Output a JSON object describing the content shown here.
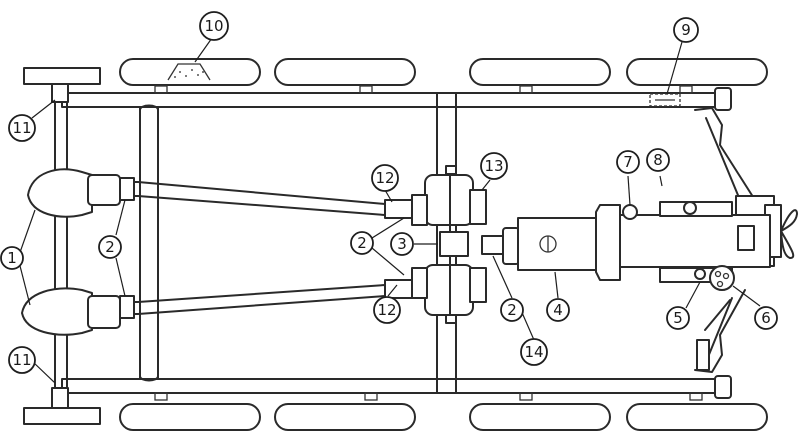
{
  "callouts": [
    {
      "id": "c1",
      "text": "1"
    },
    {
      "id": "c2a",
      "text": "2"
    },
    {
      "id": "c2b",
      "text": "2"
    },
    {
      "id": "c2c",
      "text": "2"
    },
    {
      "id": "c3",
      "text": "3"
    },
    {
      "id": "c4",
      "text": "4"
    },
    {
      "id": "c5",
      "text": "5"
    },
    {
      "id": "c6",
      "text": "6"
    },
    {
      "id": "c7",
      "text": "7"
    },
    {
      "id": "c8",
      "text": "8"
    },
    {
      "id": "c9",
      "text": "9"
    },
    {
      "id": "c10",
      "text": "10"
    },
    {
      "id": "c11a",
      "text": "11"
    },
    {
      "id": "c11b",
      "text": "11"
    },
    {
      "id": "c12a",
      "text": "12"
    },
    {
      "id": "c12b",
      "text": "12"
    },
    {
      "id": "c13",
      "text": "13"
    },
    {
      "id": "c14",
      "text": "14"
    }
  ]
}
